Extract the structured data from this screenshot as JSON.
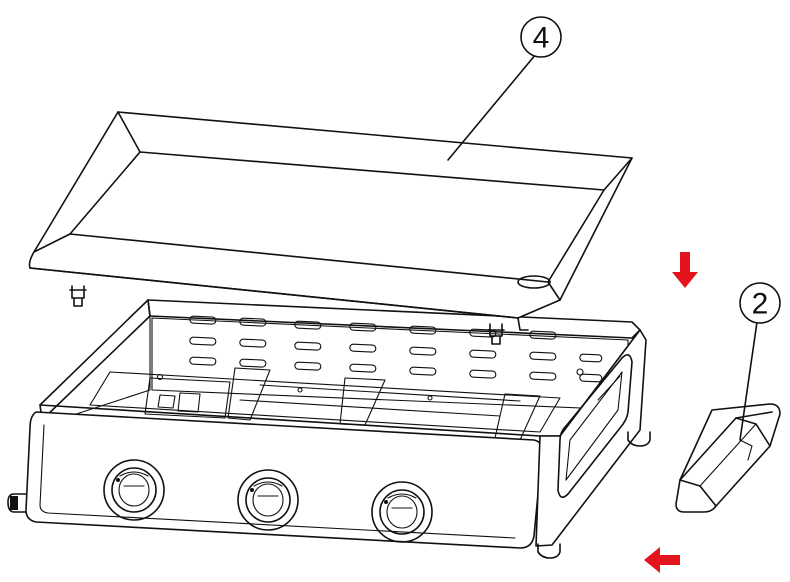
{
  "callouts": {
    "griddle_plate": "4",
    "grease_tray": "2"
  },
  "arrows": {
    "color": "#e3141b",
    "plate_direction": "down",
    "tray_direction": "left"
  },
  "icons": {
    "arrow_down": "red-arrow-down-icon",
    "arrow_left": "red-arrow-left-icon"
  }
}
